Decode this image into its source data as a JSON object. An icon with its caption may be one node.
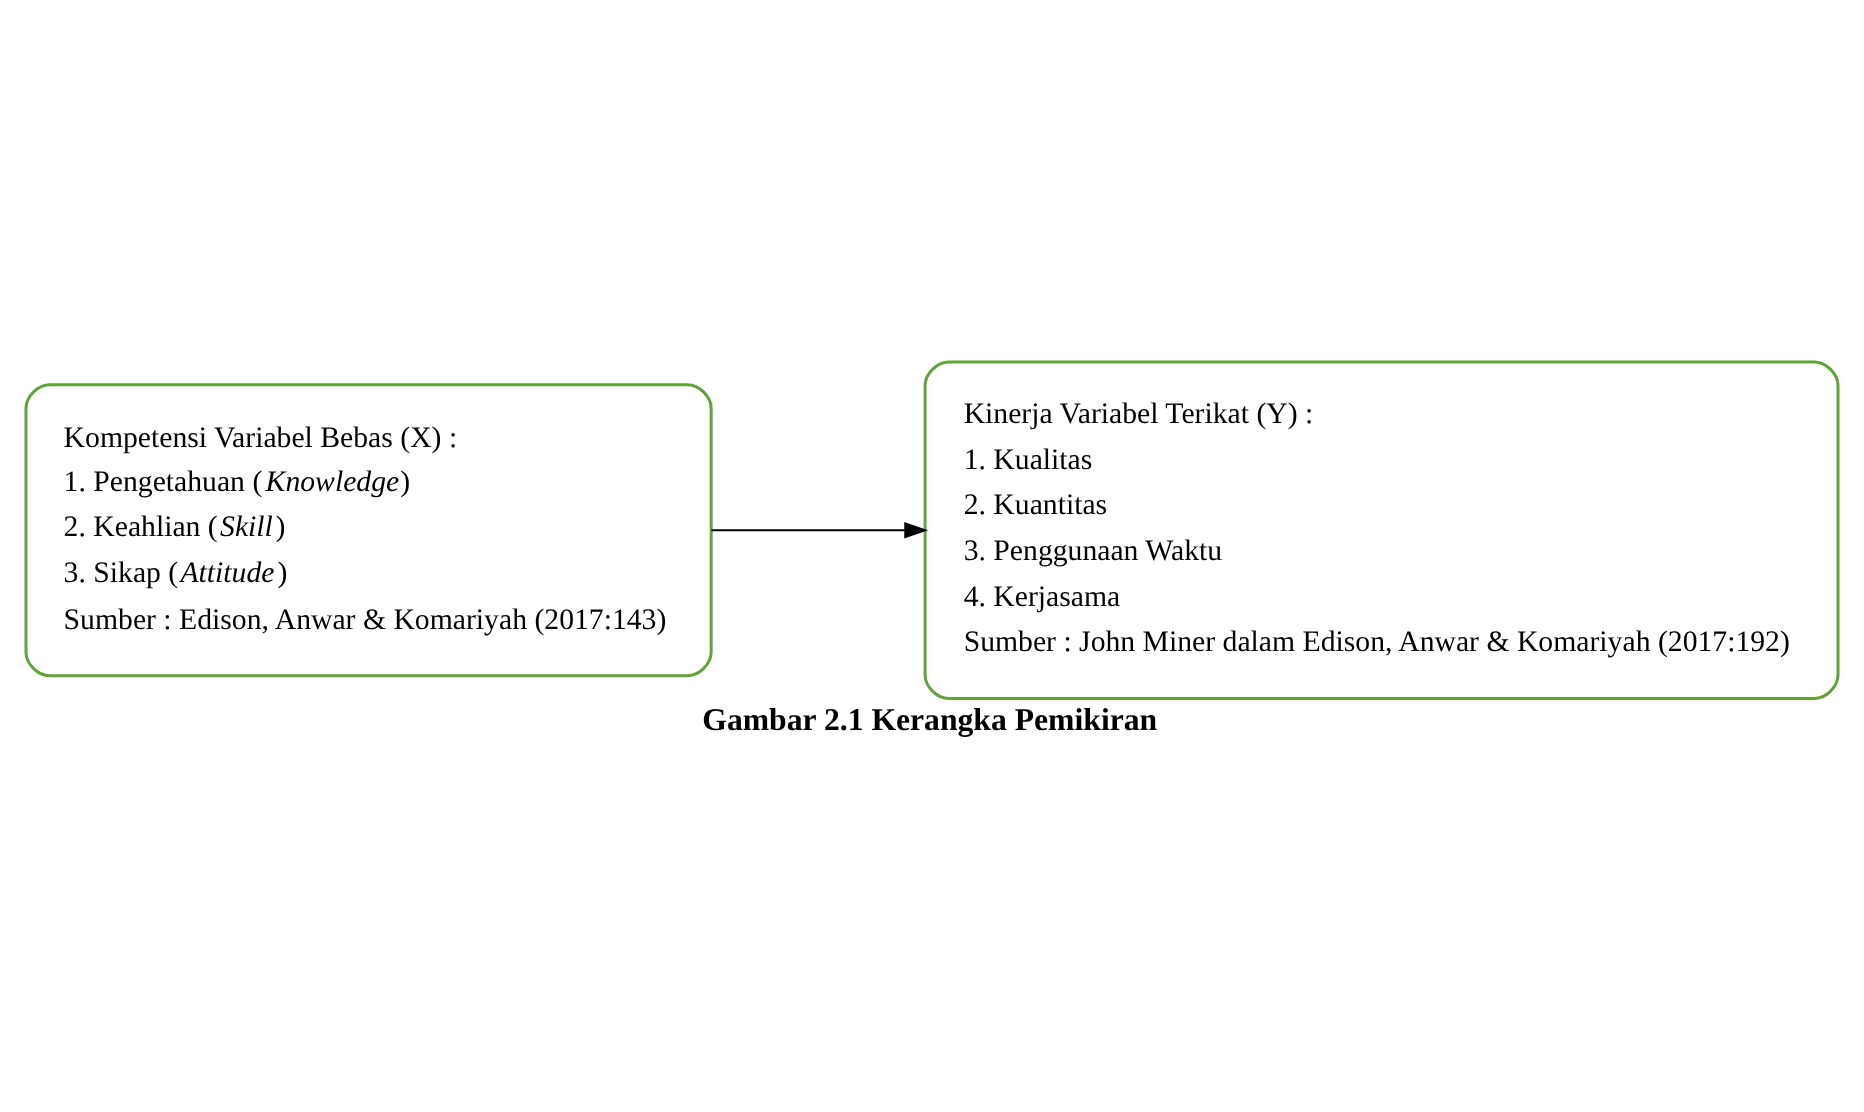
{
  "diagram": {
    "caption": "Gambar 2.1 Kerangka Pemikiran",
    "nodes": [
      {
        "text": [
          "Kompetensi Variabel Bebas (X) :",
          "1. Pengetahuan (*Knowledge*)",
          "2. Keahlian (*Skill*)",
          "3. Sikap (*Attitude*)",
          "Sumber : Edison, Anwar & Komariyah (2017:143)"
        ]
      },
      {
        "text": [
          "Kinerja Variabel Terikat (Y) :",
          "1. Kualitas",
          "2. Kuantitas",
          "3. Penggunaan Waktu",
          "4. Kerjasama",
          "Sumber : John Miner dalam Edison, Anwar & Komariyah (2017:192)"
        ]
      }
    ],
    "edges": [
      {
        "from": 0,
        "to": 1,
        "arrow": "to"
      }
    ]
  }
}
